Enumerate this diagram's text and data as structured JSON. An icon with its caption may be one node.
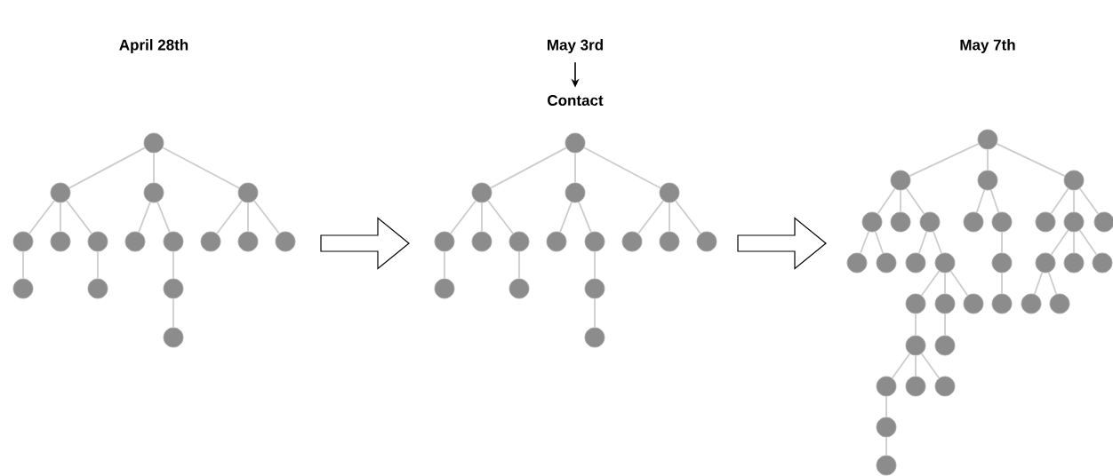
{
  "diagram": {
    "nodes": [
      {
        "text": [
          "May 3rd"
        ]
      },
      {
        "text": [
          "Contact"
        ]
      },
      {
        "text": [],
        "shape": "circle"
      },
      {
        "text": [],
        "shape": "circle"
      },
      {
        "text": [],
        "shape": "circle"
      },
      {
        "text": [],
        "shape": "circle"
      },
      {
        "text": [],
        "shape": "circle"
      },
      {
        "text": [],
        "shape": "circle"
      },
      {
        "text": [],
        "shape": "circle"
      },
      {
        "text": [],
        "shape": "circle"
      },
      {
        "text": [],
        "shape": "circle"
      },
      {
        "text": [],
        "shape": "circle"
      },
      {
        "text": [],
        "shape": "circle"
      },
      {
        "text": [],
        "shape": "circle"
      },
      {
        "text": [],
        "shape": "circle"
      },
      {
        "text": [],
        "shape": "circle"
      },
      {
        "text": [],
        "shape": "circle"
      },
      {
        "text": [],
        "shape": "circle"
      },
      {
        "text": [],
        "shape": "circle"
      },
      {
        "text": [],
        "shape": "circle"
      },
      {
        "text": [],
        "shape": "circle"
      },
      {
        "text": [],
        "shape": "circle"
      },
      {
        "text": [],
        "shape": "circle"
      },
      {
        "text": [],
        "shape": "circle"
      },
      {
        "text": [],
        "shape": "circle"
      },
      {
        "text": [],
        "shape": "circle"
      },
      {
        "text": [],
        "shape": "circle"
      },
      {
        "text": [],
        "shape": "circle"
      },
      {
        "text": [],
        "shape": "circle"
      },
      {
        "text": [],
        "shape": "circle"
      },
      {
        "text": [],
        "shape": "circle"
      },
      {
        "text": [],
        "shape": "circle"
      },
      {
        "text": [],
        "shape": "circle"
      },
      {
        "text": [],
        "shape": "circle"
      },
      {
        "text": [],
        "shape": "circle"
      },
      {
        "text": [],
        "shape": "circle"
      },
      {
        "text": [],
        "shape": "circle"
      },
      {
        "text": [],
        "shape": "circle"
      },
      {
        "text": [],
        "shape": "circle"
      },
      {
        "text": [],
        "shape": "circle"
      },
      {
        "text": [],
        "shape": "circle"
      },
      {
        "text": [],
        "shape": "circle"
      },
      {
        "text": [],
        "shape": "circle"
      },
      {
        "text": [],
        "shape": "circle"
      },
      {
        "text": [],
        "shape": "circle"
      },
      {
        "text": [],
        "shape": "circle"
      },
      {
        "text": [],
        "shape": "circle"
      },
      {
        "text": [],
        "shape": "circle"
      },
      {
        "text": [],
        "shape": "circle"
      },
      {
        "text": [],
        "shape": "circle"
      },
      {
        "text": [],
        "shape": "circle"
      },
      {
        "text": [],
        "shape": "circle"
      },
      {
        "text": [],
        "shape": "circle"
      },
      {
        "text": [],
        "shape": "circle"
      },
      {
        "text": [],
        "shape": "circle"
      },
      {
        "text": [],
        "shape": "circle"
      },
      {
        "text": [],
        "shape": "circle"
      },
      {
        "text": [],
        "shape": "circle"
      },
      {
        "text": [],
        "shape": "circle"
      },
      {
        "text": [],
        "shape": "circle"
      },
      {
        "text": [],
        "shape": "circle"
      },
      {
        "text": [],
        "shape": "circle"
      },
      {
        "text": [],
        "shape": "circle"
      },
      {
        "text": [],
        "shape": "circle"
      },
      {
        "text": [],
        "shape": "circle"
      },
      {
        "text": [],
        "shape": "circle"
      },
      {
        "text": [],
        "shape": "circle"
      }
    ],
    "edges": [
      {
        "from": 0,
        "to": 1,
        "arrow": "to",
        "color": "#000000"
      },
      {
        "from": 13,
        "to": 22,
        "arrow": "to"
      },
      {
        "from": 29,
        "to": 46,
        "arrow": "to"
      },
      {
        "from": 2,
        "to": 3,
        "arrow": "none"
      },
      {
        "from": 2,
        "to": 4,
        "arrow": "none"
      },
      {
        "from": 2,
        "to": 5,
        "arrow": "none"
      },
      {
        "from": 3,
        "to": 6,
        "arrow": "none"
      },
      {
        "from": 3,
        "to": 7,
        "arrow": "none"
      },
      {
        "from": 3,
        "to": 8,
        "arrow": "none"
      },
      {
        "from": 4,
        "to": 9,
        "arrow": "none"
      },
      {
        "from": 4,
        "to": 10,
        "arrow": "none"
      },
      {
        "from": 5,
        "to": 11,
        "arrow": "none"
      },
      {
        "from": 5,
        "to": 12,
        "arrow": "none"
      },
      {
        "from": 5,
        "to": 13,
        "arrow": "none"
      },
      {
        "from": 6,
        "to": 14,
        "arrow": "none"
      },
      {
        "from": 8,
        "to": 15,
        "arrow": "none"
      },
      {
        "from": 10,
        "to": 16,
        "arrow": "none"
      },
      {
        "from": 16,
        "to": 17,
        "arrow": "none"
      },
      {
        "from": 18,
        "to": 19,
        "arrow": "none"
      },
      {
        "from": 18,
        "to": 20,
        "arrow": "none"
      },
      {
        "from": 18,
        "to": 21,
        "arrow": "none"
      },
      {
        "from": 19,
        "to": 22,
        "arrow": "none"
      },
      {
        "from": 19,
        "to": 23,
        "arrow": "none"
      },
      {
        "from": 19,
        "to": 24,
        "arrow": "none"
      },
      {
        "from": 20,
        "to": 25,
        "arrow": "none"
      },
      {
        "from": 20,
        "to": 26,
        "arrow": "none"
      },
      {
        "from": 21,
        "to": 27,
        "arrow": "none"
      },
      {
        "from": 21,
        "to": 28,
        "arrow": "none"
      },
      {
        "from": 21,
        "to": 29,
        "arrow": "none"
      },
      {
        "from": 22,
        "to": 30,
        "arrow": "none"
      },
      {
        "from": 24,
        "to": 31,
        "arrow": "none"
      },
      {
        "from": 26,
        "to": 32,
        "arrow": "none"
      },
      {
        "from": 32,
        "to": 33,
        "arrow": "none"
      },
      {
        "from": 34,
        "to": 35,
        "arrow": "none"
      },
      {
        "from": 34,
        "to": 36,
        "arrow": "none"
      },
      {
        "from": 34,
        "to": 37,
        "arrow": "none"
      },
      {
        "from": 35,
        "to": 38,
        "arrow": "none"
      },
      {
        "from": 35,
        "to": 39,
        "arrow": "none"
      },
      {
        "from": 35,
        "to": 40,
        "arrow": "none"
      },
      {
        "from": 36,
        "to": 41,
        "arrow": "none"
      },
      {
        "from": 36,
        "to": 42,
        "arrow": "none"
      },
      {
        "from": 37,
        "to": 43,
        "arrow": "none"
      },
      {
        "from": 37,
        "to": 44,
        "arrow": "none"
      },
      {
        "from": 37,
        "to": 45,
        "arrow": "none"
      },
      {
        "from": 38,
        "to": 46,
        "arrow": "none"
      },
      {
        "from": 38,
        "to": 47,
        "arrow": "none"
      },
      {
        "from": 40,
        "to": 48,
        "arrow": "none"
      },
      {
        "from": 40,
        "to": 49,
        "arrow": "none"
      },
      {
        "from": 42,
        "to": 50,
        "arrow": "none"
      },
      {
        "from": 44,
        "to": 51,
        "arrow": "none"
      },
      {
        "from": 44,
        "to": 52,
        "arrow": "none"
      },
      {
        "from": 44,
        "to": 53,
        "arrow": "none"
      },
      {
        "from": 49,
        "to": 54,
        "arrow": "none"
      },
      {
        "from": 49,
        "to": 55,
        "arrow": "none"
      },
      {
        "from": 49,
        "to": 56,
        "arrow": "none"
      },
      {
        "from": 50,
        "to": 57,
        "arrow": "none"
      },
      {
        "from": 51,
        "to": 58,
        "arrow": "none"
      },
      {
        "from": 51,
        "to": 59,
        "arrow": "none"
      },
      {
        "from": 54,
        "to": 60,
        "arrow": "none"
      },
      {
        "from": 55,
        "to": 61,
        "arrow": "none"
      },
      {
        "from": 60,
        "to": 62,
        "arrow": "none"
      },
      {
        "from": 60,
        "to": 63,
        "arrow": "none"
      },
      {
        "from": 60,
        "to": 64,
        "arrow": "none"
      },
      {
        "from": 62,
        "to": 65,
        "arrow": "none"
      },
      {
        "from": 65,
        "to": 66,
        "arrow": "none"
      }
    ],
    "labels": [
      "April 28th",
      "May 7th"
    ]
  }
}
